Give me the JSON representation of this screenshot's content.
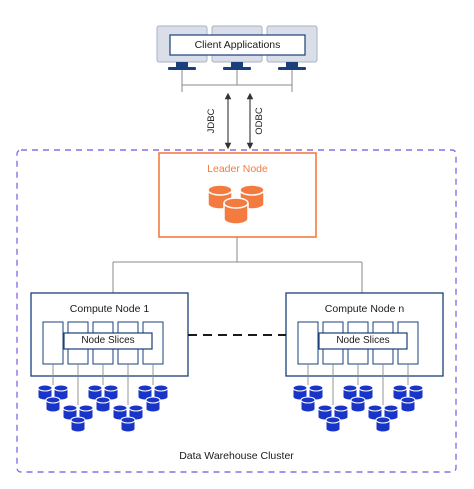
{
  "client": {
    "label": "Client Applications"
  },
  "connections": {
    "jdbc": "JDBC",
    "odbc": "ODBC"
  },
  "leader": {
    "label": "Leader Node"
  },
  "compute_nodes": [
    {
      "label": "Compute Node 1",
      "slices_label": "Node Slices"
    },
    {
      "label": "Compute Node n",
      "slices_label": "Node Slices"
    }
  ],
  "cluster": {
    "label": "Data Warehouse Cluster"
  },
  "icons": {
    "client": "monitor-icon",
    "leader": "database-icon",
    "storage": "database-icon"
  },
  "colors": {
    "accent_orange": "#F47B3F",
    "cluster_border": "#8B6FE8",
    "node_border": "#1A3F7A",
    "disk_fill": "#1835C8",
    "monitor_fill": "#D9DEE8",
    "line": "#8A8A8A",
    "text": "#1A1A1A"
  }
}
